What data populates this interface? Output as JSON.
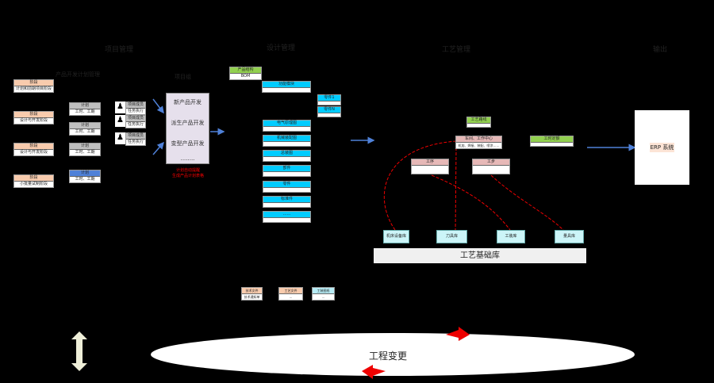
{
  "headers": {
    "project": "项目管理",
    "design": "设计管理",
    "process": "工艺管理",
    "output": "输出"
  },
  "project": {
    "plan_title": "产品开发计划管理",
    "team_title": "项目组",
    "stages": [
      {
        "h": "阶段",
        "b": "计划和前期项目阶段"
      },
      {
        "h": "阶段",
        "b": "设计与开发阶段"
      },
      {
        "h": "阶段",
        "b": "设计与开发阶段"
      },
      {
        "h": "阶段",
        "b": "小批量试制阶段"
      }
    ],
    "plans": [
      {
        "h": "计划",
        "b": "工时、工期"
      },
      {
        "h": "计划",
        "b": "工时、工期"
      },
      {
        "h": "计划",
        "b": "工时、工期"
      },
      {
        "h": "计划",
        "b": "工时、工期"
      }
    ],
    "members": [
      {
        "h": "项目成员",
        "b": "任务执行"
      },
      {
        "h": "项目成员",
        "b": "任务执行"
      },
      {
        "h": "项目成员",
        "b": "任务执行"
      }
    ],
    "dev_types": [
      "新产品开发",
      "派生产品开发",
      "变型产品开发",
      "........"
    ],
    "reminder": [
      "计划自动提醒",
      "生成产品计划表格"
    ]
  },
  "design": {
    "structure": {
      "h": "产品结构",
      "b": "BOM"
    },
    "module": {
      "h": "功能模块"
    },
    "parts": [
      {
        "h": "零件1"
      },
      {
        "h": "零件N"
      }
    ],
    "items": [
      "电气原理图",
      "机械装配图",
      "总装图",
      "部件",
      "零件",
      "标准件",
      "......"
    ]
  },
  "process": {
    "route": {
      "h": "工艺路线"
    },
    "workshop": {
      "h": "车间、工作中心",
      "b": "机加、焊接、装配、喷涂……"
    },
    "op": {
      "h": "工序"
    },
    "step": {
      "h": "工步"
    },
    "quota": {
      "h": "工时定额"
    },
    "libs": [
      "机床设备库",
      "刀具库",
      "工装库",
      "量具库"
    ],
    "base": "工艺基础库"
  },
  "output": {
    "erp": "ERP 系统"
  },
  "docs": [
    {
      "h": "技术文件",
      "b": "技术通知单"
    },
    {
      "h": "工艺文件",
      "b": "..."
    },
    {
      "h": "工装图纸",
      "b": "..."
    }
  ],
  "change": "工程变更"
}
